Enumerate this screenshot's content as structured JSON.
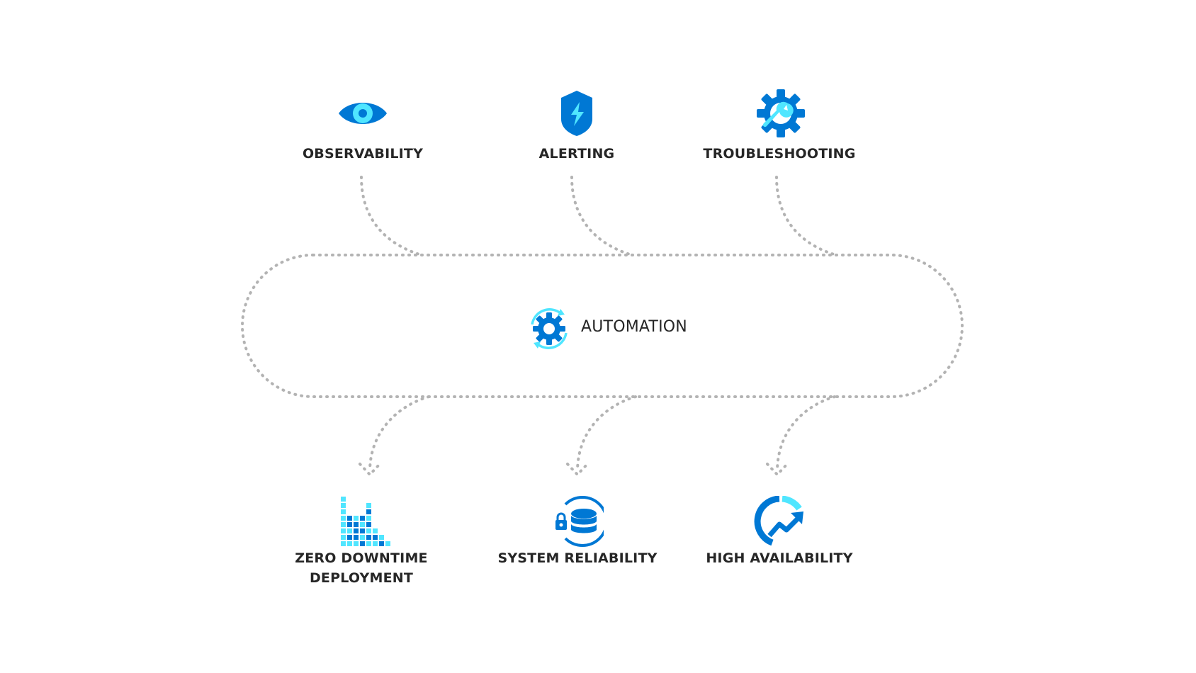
{
  "colors": {
    "primary": "#0078d4",
    "light": "#50e6ff",
    "connector": "#b3b3b3",
    "text": "#262626"
  },
  "inputs": [
    {
      "label": "OBSERVABILITY",
      "icon": "eye-icon"
    },
    {
      "label": "ALERTING",
      "icon": "shield-lightning-icon"
    },
    {
      "label": "TROUBLESHOOTING",
      "icon": "gear-wrench-icon"
    }
  ],
  "center": {
    "label": "AUTOMATION",
    "icon": "gear-cycle-icon"
  },
  "outputs": [
    {
      "label_line1": "ZERO DOWNTIME",
      "label_line2": "DEPLOYMENT",
      "icon": "bar-grid-icon"
    },
    {
      "label_line1": "SYSTEM RELIABILITY",
      "label_line2": "",
      "icon": "locked-database-icon"
    },
    {
      "label_line1": "HIGH AVAILABILITY",
      "label_line2": "",
      "icon": "gauge-trend-icon"
    }
  ]
}
